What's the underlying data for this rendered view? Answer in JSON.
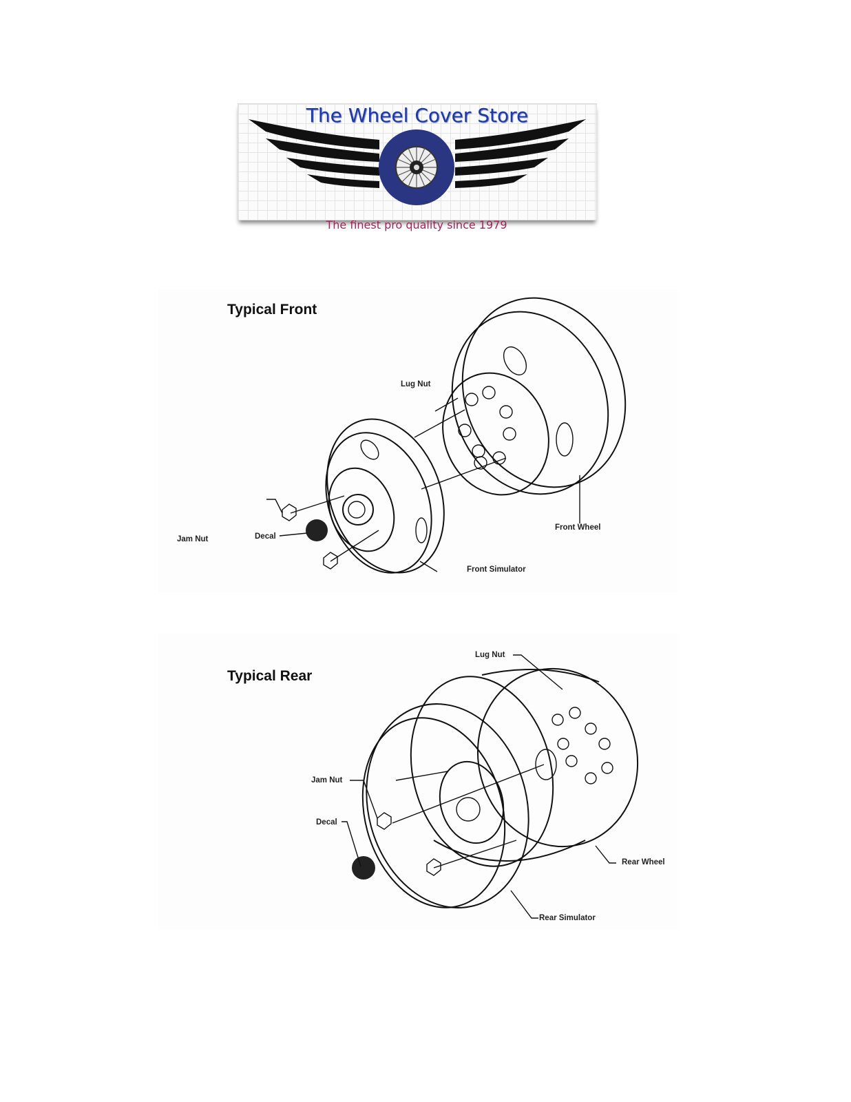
{
  "logo": {
    "title": "The Wheel Cover Store",
    "tagline": "The finest pro quality since 1979",
    "colors": {
      "title": "#1f3aa6",
      "wheel": "#2b3683",
      "tagline": "#a3245a"
    }
  },
  "front": {
    "heading": "Typical Front",
    "labels": {
      "lug_nut": "Lug Nut",
      "front_wheel": "Front Wheel",
      "jam_nut": "Jam Nut",
      "decal": "Decal",
      "front_simulator": "Front Simulator"
    }
  },
  "rear": {
    "heading": "Typical Rear",
    "labels": {
      "lug_nut": "Lug Nut",
      "jam_nut": "Jam Nut",
      "decal": "Decal",
      "rear_wheel": "Rear Wheel",
      "rear_simulator": "Rear Simulator"
    }
  }
}
